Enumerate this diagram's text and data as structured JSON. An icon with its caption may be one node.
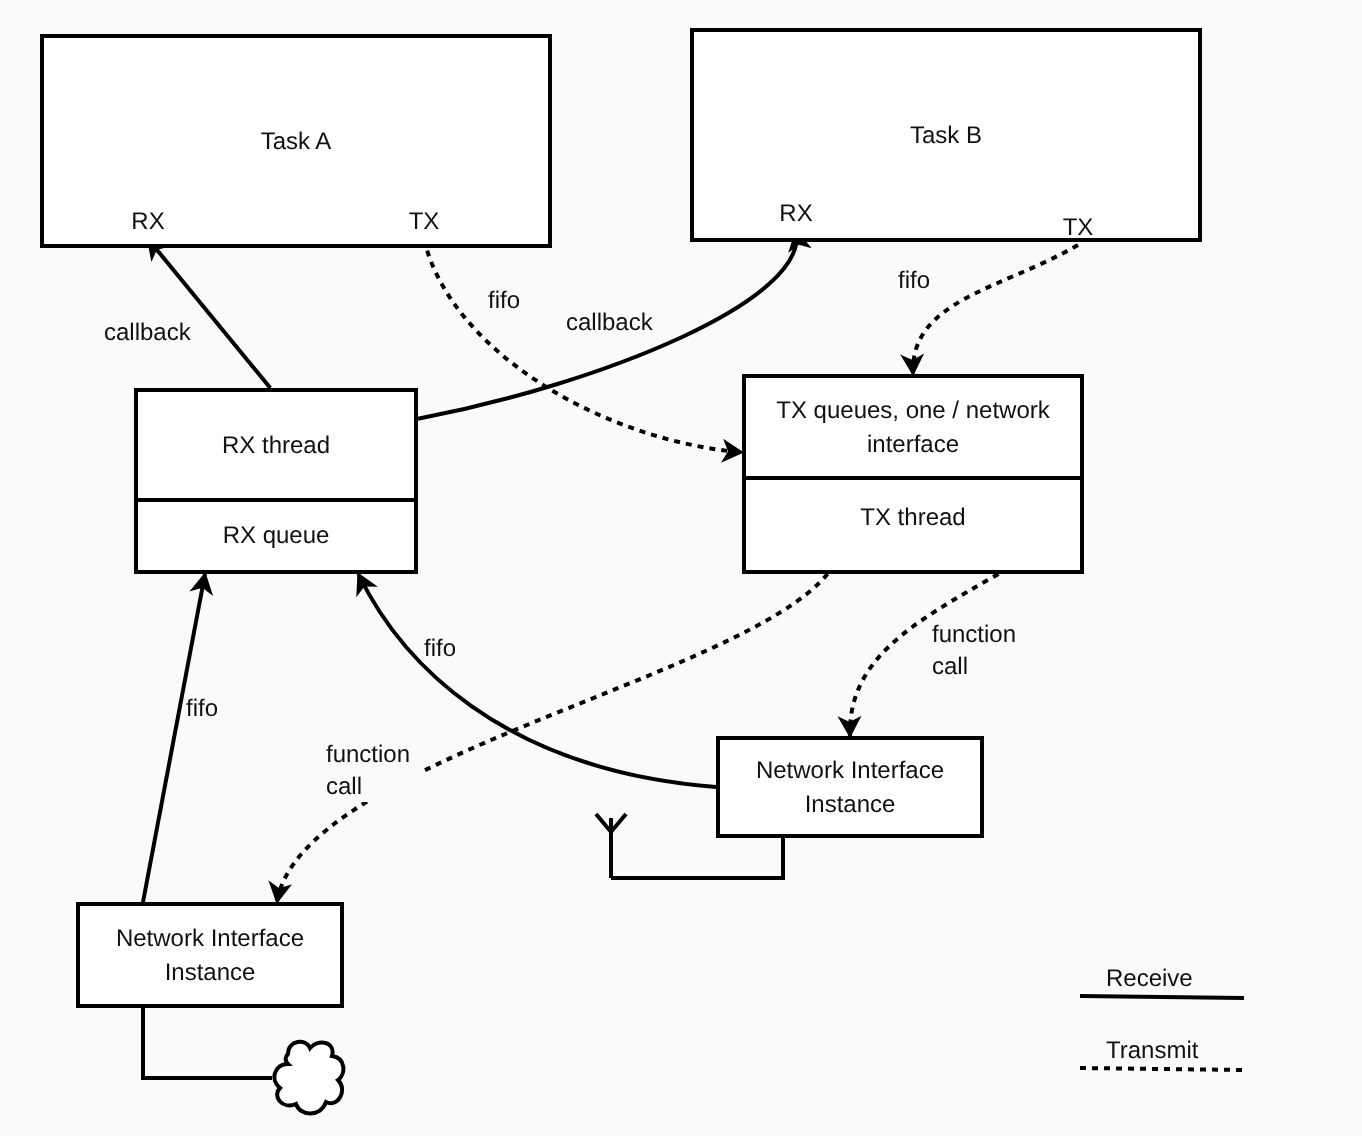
{
  "diagram": {
    "nodes": [
      {
        "text": [
          "Task A"
        ]
      },
      {
        "text": [
          "RX"
        ],
        "in": 0
      },
      {
        "text": [
          "TX"
        ],
        "in": 0
      },
      {
        "text": [
          "Task B"
        ]
      },
      {
        "text": [
          "RX"
        ],
        "in": 3
      },
      {
        "text": [
          "TX"
        ],
        "in": 3
      },
      {
        "text": [
          "RX thread"
        ]
      },
      {
        "text": [
          "RX queue"
        ]
      },
      {
        "text": [
          "TX queues, one / network interface"
        ]
      },
      {
        "text": [
          "TX thread"
        ]
      },
      {
        "text": [
          "Network Interface Instance"
        ]
      },
      {
        "text": [
          "Network Interface Instance"
        ]
      },
      {
        "text": [],
        "shape": "antenna"
      },
      {
        "text": [],
        "shape": "cloud"
      }
    ],
    "edges": [
      {
        "from": 6,
        "to": 1,
        "arrow": "to",
        "label": "callback"
      },
      {
        "from": 6,
        "to": 4,
        "arrow": "to",
        "label": "callback"
      },
      {
        "from": 2,
        "to": 8,
        "arrow": "to",
        "label": "fifo",
        "style": "dashed"
      },
      {
        "from": 5,
        "to": 8,
        "arrow": "to",
        "label": "fifo",
        "style": "dashed"
      },
      {
        "from": 9,
        "to": 11,
        "arrow": "to",
        "label": "function call",
        "style": "dashed"
      },
      {
        "from": 9,
        "to": 10,
        "arrow": "to",
        "label": "function call",
        "style": "dashed"
      },
      {
        "from": 11,
        "to": 7,
        "arrow": "to",
        "label": "fifo"
      },
      {
        "from": 10,
        "to": 7,
        "arrow": "to",
        "label": "fifo"
      },
      {
        "from": 10,
        "to": 12,
        "arrow": "none"
      },
      {
        "from": 11,
        "to": 13,
        "arrow": "none"
      }
    ],
    "legend": [
      {
        "text": "Receive"
      },
      {
        "text": "Transmit"
      }
    ]
  }
}
